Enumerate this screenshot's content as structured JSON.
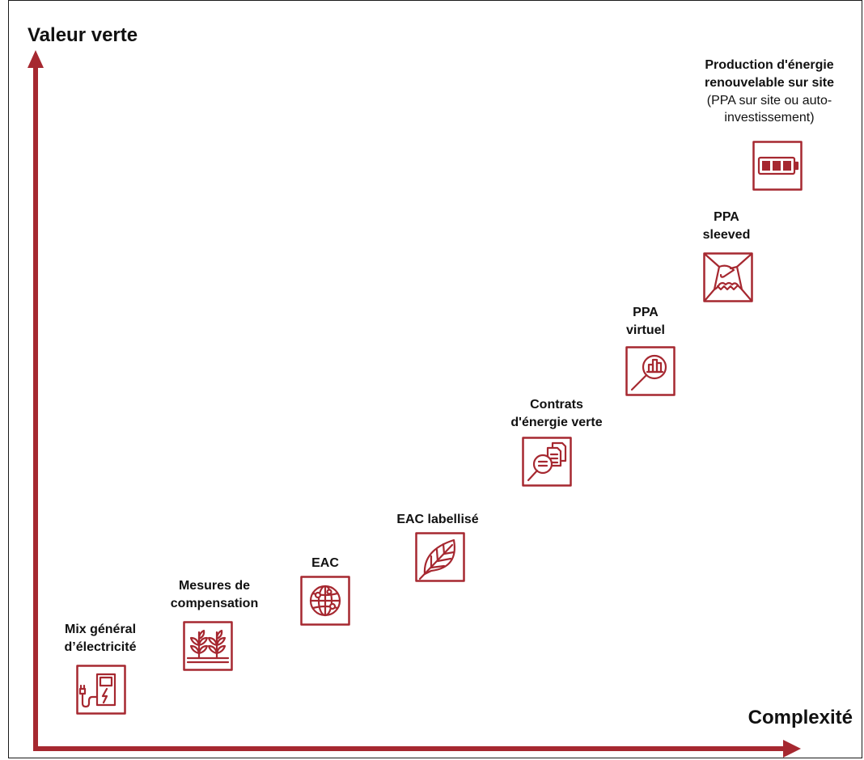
{
  "axes": {
    "y_label": "Valeur verte",
    "x_label": "Complexité"
  },
  "colors": {
    "accent": "#A62830",
    "text": "#111111"
  },
  "steps": [
    {
      "title_lines": [
        "Mix général",
        "d’électricité"
      ],
      "note_lines": [],
      "icon": "ev-charger-icon"
    },
    {
      "title_lines": [
        "Mesures de",
        "compensation"
      ],
      "note_lines": [],
      "icon": "sprouts-icon"
    },
    {
      "title_lines": [
        "EAC"
      ],
      "note_lines": [],
      "icon": "globe-network-icon"
    },
    {
      "title_lines": [
        "EAC labellisé"
      ],
      "note_lines": [],
      "icon": "leaf-icon"
    },
    {
      "title_lines": [
        "Contrats",
        "d'énergie verte"
      ],
      "note_lines": [],
      "icon": "document-search-icon"
    },
    {
      "title_lines": [
        "PPA",
        "virtuel"
      ],
      "note_lines": [],
      "icon": "chart-magnifier-icon"
    },
    {
      "title_lines": [
        "PPA",
        "sleeved"
      ],
      "note_lines": [],
      "icon": "handshake-icon"
    },
    {
      "title_lines": [
        "Production d'énergie",
        "renouvelable sur site"
      ],
      "note_lines": [
        "(PPA sur site ou auto-",
        "investissement)"
      ],
      "icon": "battery-icon"
    }
  ]
}
